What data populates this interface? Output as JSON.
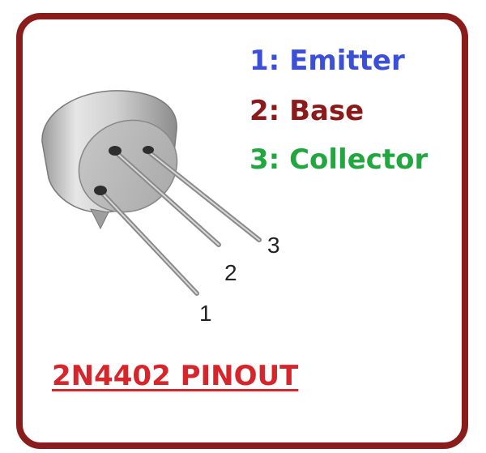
{
  "legend": {
    "emitter": "1: Emitter",
    "base": "2: Base",
    "collector": "3: Collector"
  },
  "pins": {
    "pin1": "1",
    "pin2": "2",
    "pin3": "3"
  },
  "footer": {
    "title": "2N4402 PINOUT"
  },
  "colors": {
    "frame": "#8b1c1c",
    "emitter": "#3b4fd8",
    "base": "#8b1a1a",
    "collector": "#22a640",
    "title": "#d7262b"
  }
}
